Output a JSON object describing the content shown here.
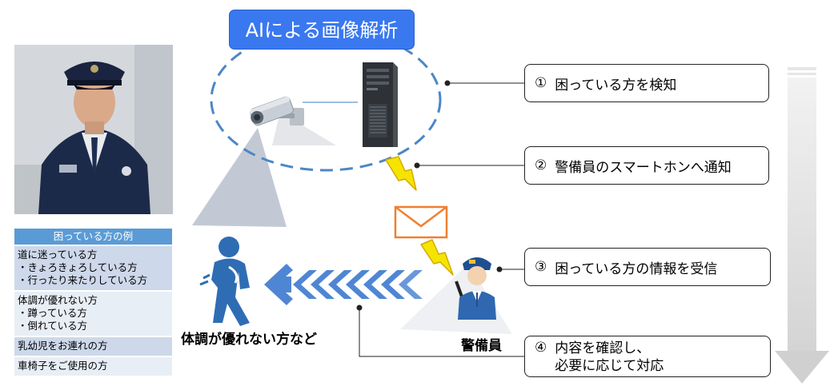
{
  "title": "AIによる画像解析",
  "example_table": {
    "header": "困っている方の例",
    "rows": [
      {
        "lines": [
          "道に迷っている方",
          "・きょろきょろしている方",
          "・行ったり来たりしている方"
        ]
      },
      {
        "lines": [
          "体調が優れない方",
          "・蹲っている方",
          "・倒れている方"
        ]
      },
      {
        "lines": [
          "乳幼児をお連れの方"
        ]
      },
      {
        "lines": [
          "車椅子をご使用の方"
        ]
      }
    ]
  },
  "steps": [
    {
      "num": "①",
      "text": "困っている方を検知"
    },
    {
      "num": "②",
      "text": "警備員のスマートホンへ通知"
    },
    {
      "num": "③",
      "text": "困っている方の情報を受信"
    },
    {
      "num": "④",
      "line1": "内容を確認し、",
      "line2": "必要に応じて対応"
    }
  ],
  "captions": {
    "person": "体調が優れない方など",
    "guard": "警備員"
  },
  "colors": {
    "accent_blue": "#3a78f0",
    "person_blue": "#2e6db4",
    "mail_orange": "#f08030",
    "lightning_yellow": "#f5e400",
    "table_header": "#5b9bd5"
  }
}
